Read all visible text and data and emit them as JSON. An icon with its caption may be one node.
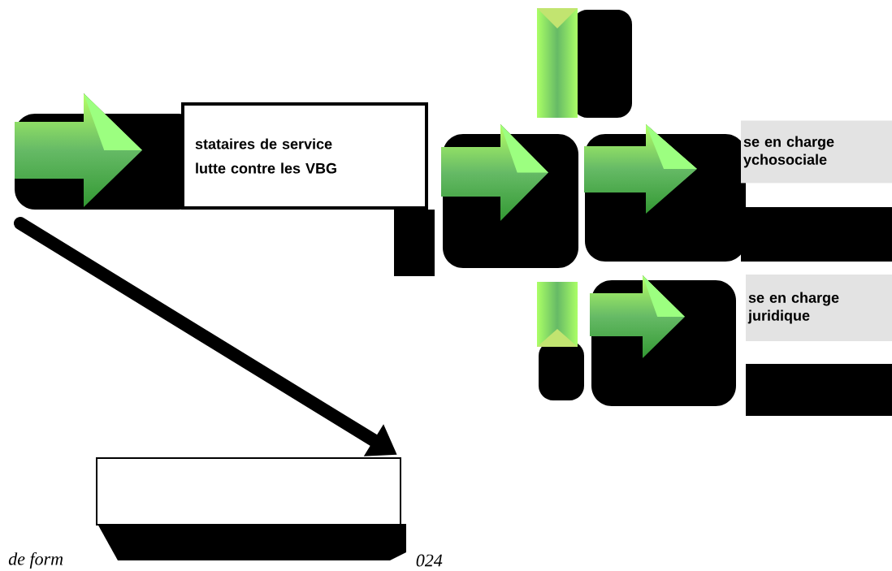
{
  "diagram": {
    "nodes": [
      {
        "text": [
          "stataires de service",
          "lutte contre les VBG"
        ]
      },
      {
        "text": [
          "se en charge ychosociale"
        ]
      },
      {
        "text": [
          "se en charge juridique"
        ]
      },
      {
        "text": [],
        "shape": "box"
      }
    ],
    "edges": [
      {
        "from": null,
        "to": 3,
        "arrow": "to"
      }
    ],
    "labels": [
      "de form",
      "024"
    ]
  }
}
